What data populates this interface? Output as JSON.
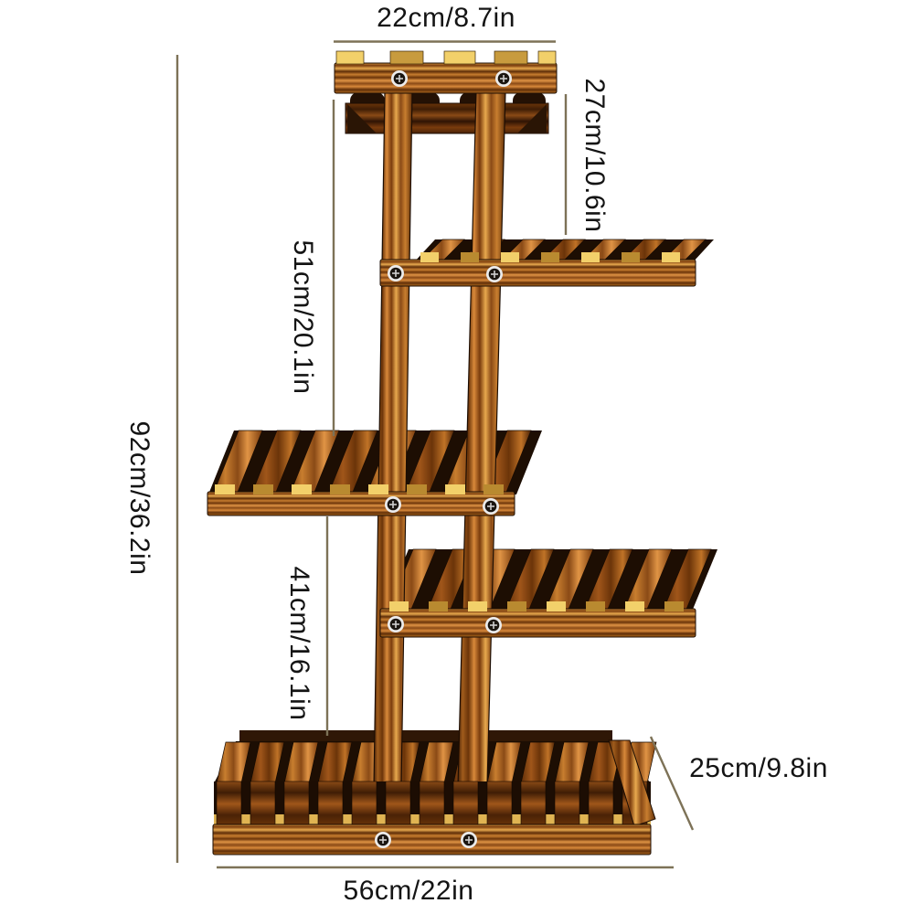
{
  "title": "Wooden plant stand dimension diagram",
  "dimensions": {
    "top_width": "22cm/8.7in",
    "top_tier_height": "27cm/10.6in",
    "upper_section_height": "51cm/20.1in",
    "total_height": "92cm/36.2in",
    "lower_section_height": "41cm/16.1in",
    "shelf_depth": "25cm/9.8in",
    "base_width": "56cm/22in"
  },
  "colors": {
    "background": "#ffffff",
    "dimension_line": "#7d7257",
    "label_text": "#141414",
    "wood_dark": "#5f2e08",
    "wood_mid": "#c87e2f",
    "wood_light": "#e8a94e",
    "slat_end_pale": "#f2d06a"
  }
}
